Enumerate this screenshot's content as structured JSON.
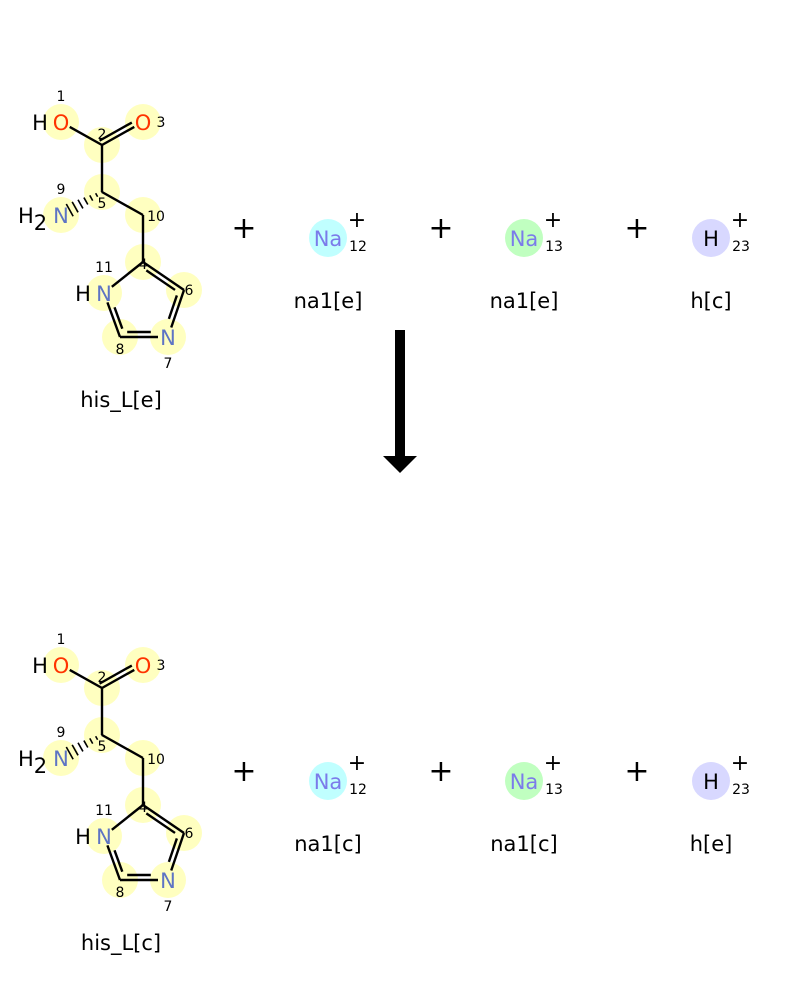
{
  "reaction": {
    "plus_sign": "+",
    "sides": [
      {
        "side": "reactants",
        "species": [
          {
            "label": "his_L[e]",
            "type": "molecule"
          },
          {
            "label": "na1[e]",
            "type": "ion",
            "symbol": "Na",
            "charge": "+",
            "index": "12",
            "color": "#c0ffff"
          },
          {
            "label": "na1[e]",
            "type": "ion",
            "symbol": "Na",
            "charge": "+",
            "index": "13",
            "color": "#c0ffc0"
          },
          {
            "label": "h[c]",
            "type": "ion",
            "symbol": "H",
            "charge": "+",
            "index": "23",
            "color": "#d8d8ff"
          }
        ]
      },
      {
        "side": "products",
        "species": [
          {
            "label": "his_L[c]",
            "type": "molecule"
          },
          {
            "label": "na1[c]",
            "type": "ion",
            "symbol": "Na",
            "charge": "+",
            "index": "12",
            "color": "#c0ffff"
          },
          {
            "label": "na1[c]",
            "type": "ion",
            "symbol": "Na",
            "charge": "+",
            "index": "13",
            "color": "#c0ffc0"
          },
          {
            "label": "h[e]",
            "type": "ion",
            "symbol": "H",
            "charge": "+",
            "index": "23",
            "color": "#d8d8ff"
          }
        ]
      }
    ],
    "molecule_atoms": [
      {
        "id": "1",
        "symbol": "O",
        "hydrogens": "H"
      },
      {
        "id": "2",
        "symbol": "C",
        "hydrogens": ""
      },
      {
        "id": "3",
        "symbol": "O",
        "hydrogens": ""
      },
      {
        "id": "5",
        "symbol": "C",
        "hydrogens": ""
      },
      {
        "id": "9",
        "symbol": "N",
        "hydrogens": "H2"
      },
      {
        "id": "10",
        "symbol": "C",
        "hydrogens": ""
      },
      {
        "id": "4",
        "symbol": "C",
        "hydrogens": ""
      },
      {
        "id": "6",
        "symbol": "C",
        "hydrogens": ""
      },
      {
        "id": "7",
        "symbol": "N",
        "hydrogens": ""
      },
      {
        "id": "8",
        "symbol": "C",
        "hydrogens": ""
      },
      {
        "id": "11",
        "symbol": "N",
        "hydrogens": "H"
      }
    ],
    "colors": {
      "highlight": "#ffffc0",
      "oxygen": "#ff3300",
      "nitrogen": "#5e74c4",
      "sodium": "#7b7bea",
      "bond": "#000000"
    }
  }
}
